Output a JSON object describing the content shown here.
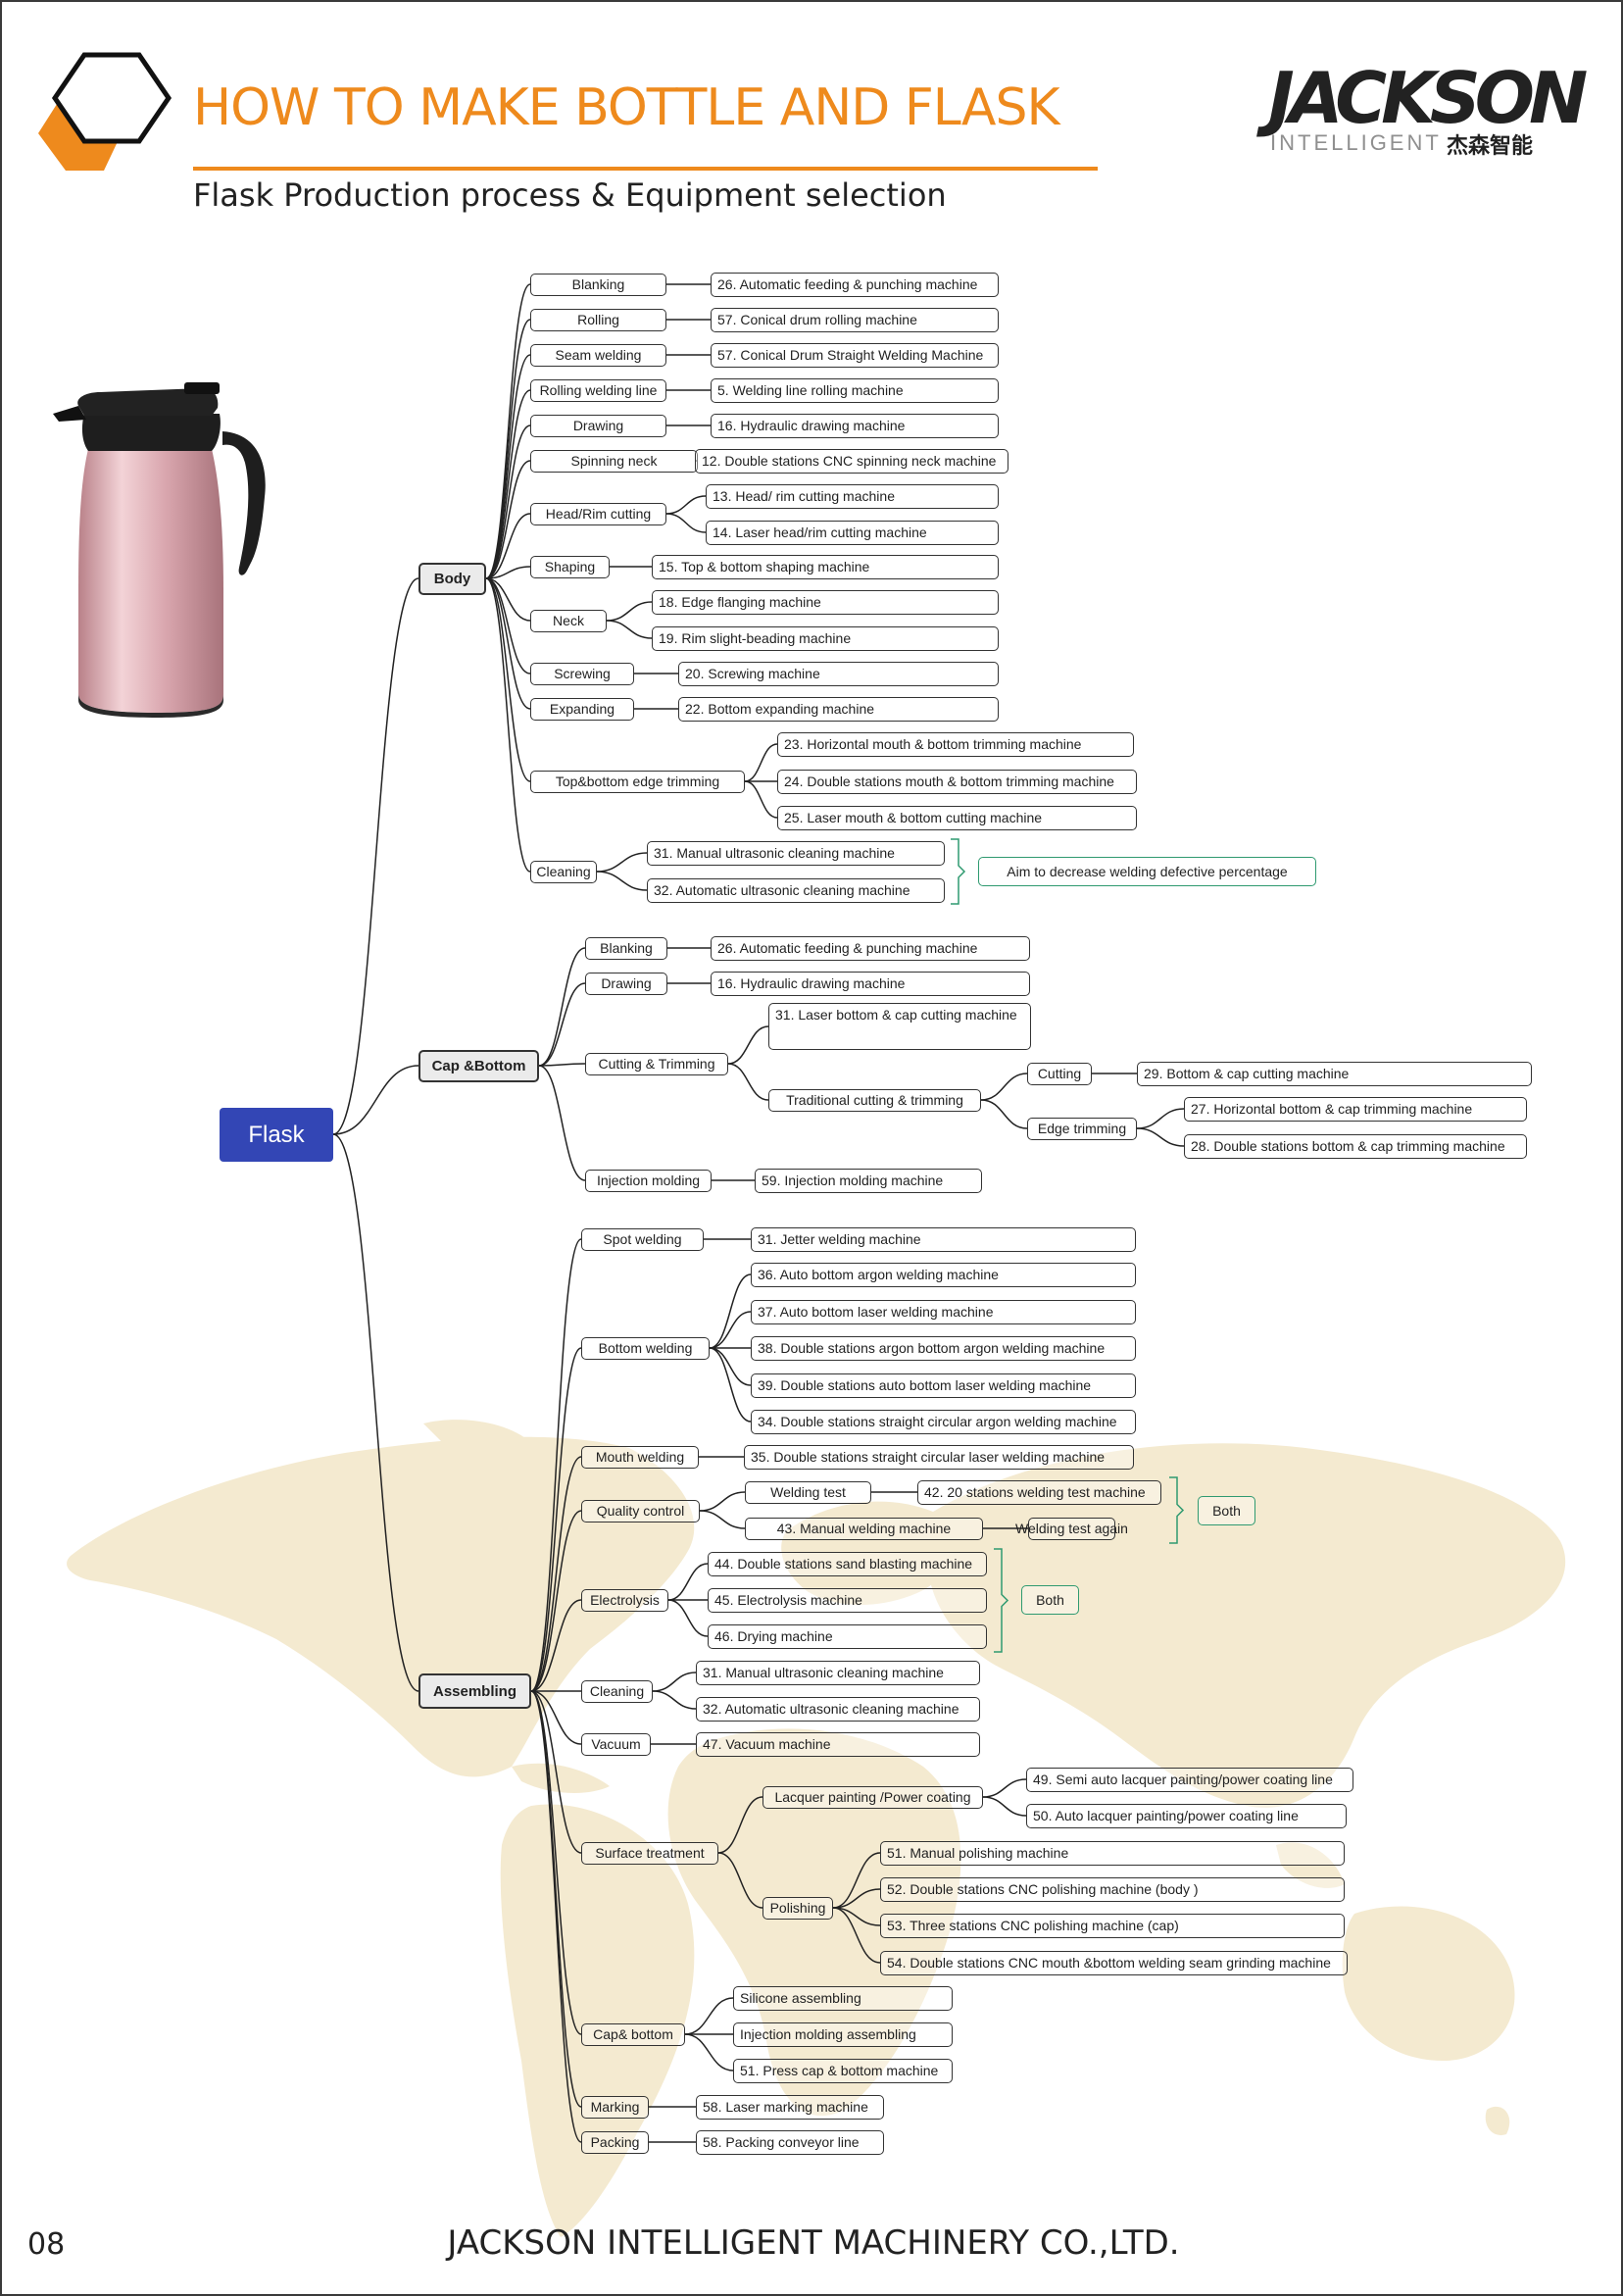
{
  "header": {
    "title": "HOW TO MAKE BOTTLE AND FLASK",
    "subtitle": "Flask Production process & Equipment selection",
    "logo_main": "JACKSON",
    "logo_sub": "INTELLIGENT",
    "logo_cn": "杰森智能"
  },
  "footer": {
    "page": "08",
    "company": "JACKSON INTELLIGENT MACHINERY CO.,LTD."
  },
  "colors": {
    "accent": "#ee8a1d",
    "root": "#3346b5",
    "bracket": "#2f9a70",
    "map": "#f4ead0",
    "flask_body": "#d9a6ae"
  },
  "icons": {
    "header_mark": "hexagon-icon",
    "product": "flask-image",
    "background": "world-map"
  },
  "tree": {
    "root": "Flask",
    "body": {
      "label": "Body",
      "steps": [
        "Blanking",
        "Rolling",
        "Seam welding",
        "Rolling welding line",
        "Drawing",
        "Spinning neck",
        "Head/Rim cutting",
        "Shaping",
        "Neck",
        "Screwing",
        "Expanding",
        "Top&bottom edge trimming",
        "Cleaning"
      ],
      "machines": [
        "26. Automatic feeding & punching machine",
        "57. Conical drum rolling machine",
        "57. Conical Drum Straight Welding Machine",
        "5. Welding line rolling machine",
        "16. Hydraulic drawing machine",
        "12. Double stations CNC spinning neck machine",
        "13. Head/ rim cutting machine",
        "14. Laser head/rim cutting machine",
        "15. Top & bottom shaping machine",
        "18. Edge flanging machine",
        "19. Rim slight-beading machine",
        "20. Screwing machine",
        "22. Bottom expanding machine",
        "23. Horizontal mouth & bottom trimming machine",
        "24. Double stations mouth & bottom trimming machine",
        "25. Laser mouth & bottom cutting machine",
        "31. Manual ultrasonic cleaning machine",
        "32. Automatic ultrasonic cleaning machine"
      ],
      "note": "Aim to decrease welding defective percentage"
    },
    "cap": {
      "label": "Cap &Bottom",
      "steps": [
        "Blanking",
        "Drawing",
        "Cutting & Trimming",
        "Injection molding"
      ],
      "subs": [
        "Traditional cutting & trimming",
        "Cutting",
        "Edge trimming"
      ],
      "machines": [
        "26. Automatic feeding & punching machine",
        "16. Hydraulic drawing machine",
        "31. Laser bottom & cap cutting machine",
        "29. Bottom & cap cutting machine",
        "27. Horizontal bottom & cap trimming machine",
        "28. Double stations bottom & cap trimming machine",
        "59. Injection molding machine"
      ]
    },
    "assembling": {
      "label": "Assembling",
      "steps": [
        "Spot welding",
        "Bottom welding",
        "Mouth welding",
        "Quality control",
        "Electrolysis",
        "Cleaning",
        "Vacuum",
        "Surface treatment",
        "Cap& bottom",
        "Marking",
        "Packing"
      ],
      "subs": [
        "Welding test",
        "Welding test again",
        "Lacquer painting /Power coating",
        "Polishing",
        "Silicone assembling",
        "Injection molding assembling"
      ],
      "machines": [
        "31. Jetter welding machine",
        "36. Auto bottom argon welding machine",
        "37. Auto bottom laser welding machine",
        "38. Double stations argon bottom argon welding machine",
        "39. Double stations auto bottom laser welding machine",
        "34. Double stations straight circular argon welding machine",
        "35. Double stations straight circular laser welding machine",
        "42. 20 stations welding test machine",
        "43. Manual welding machine",
        "44. Double stations sand blasting machine",
        "45. Electrolysis machine",
        "46. Drying machine",
        "31. Manual ultrasonic cleaning machine",
        "32. Automatic ultrasonic cleaning machine",
        "47. Vacuum machine",
        "49. Semi auto lacquer painting/power coating line",
        "50. Auto lacquer painting/power coating line",
        "51. Manual polishing machine",
        "52. Double stations CNC polishing machine (body )",
        "53. Three stations CNC polishing machine (cap)",
        "54. Double stations CNC mouth &bottom welding seam grinding machine",
        "51. Press cap & bottom machine",
        "58. Laser marking machine",
        "58. Packing conveyor line"
      ],
      "notes": [
        "Both",
        "Both"
      ]
    }
  }
}
